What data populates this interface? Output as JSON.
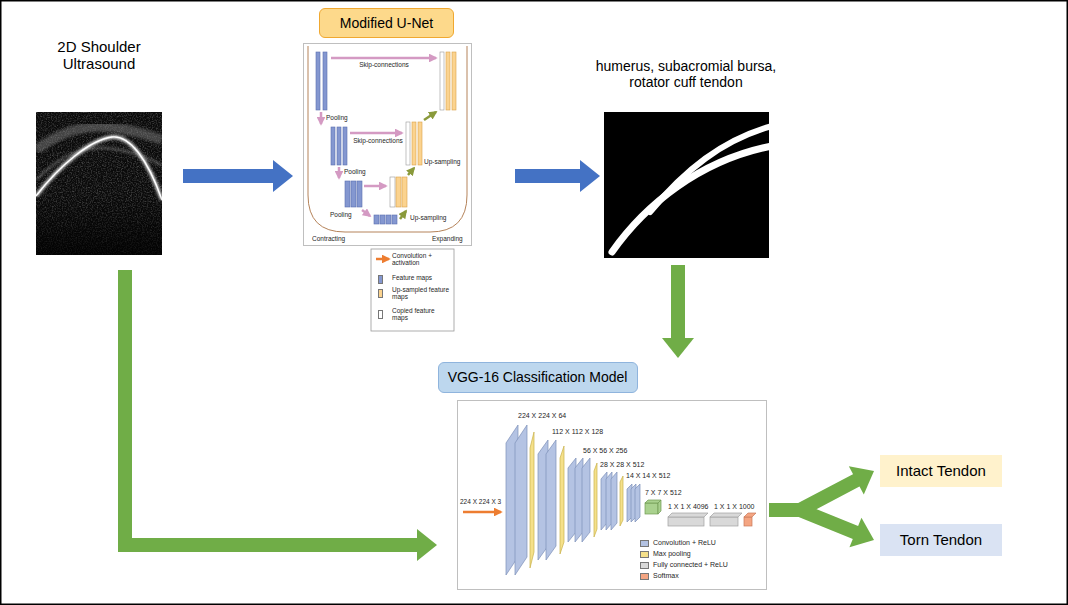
{
  "diagram": {
    "nodes": [
      {
        "text": [
          "2D Shoulder Ultrasound"
        ]
      },
      {
        "text": [
          "Modified U-Net"
        ]
      },
      {
        "text": [
          "Skip-connections",
          "Pooling",
          "Skip-connections",
          "Pooling",
          "Up-sampling",
          "Pooling",
          "Up-sampling",
          "Contracting",
          "Expanding"
        ]
      },
      {
        "text": [
          "humerus, subacromial bursa, rotator cuff tendon"
        ]
      },
      {
        "text": [
          "VGG-16 Classification Model"
        ]
      },
      {
        "text": [
          "224 X 224 X 3",
          "224 X 224 X 64",
          "112 X 112 X 128",
          "56 X 56 X 256",
          "28 X 28 X 512",
          "14 X 14 X 512",
          "7 X 7 X 512",
          "1 X 1 X 4096",
          "1 X 1 X 1000"
        ]
      },
      {
        "text": [
          "Intact Tendon"
        ]
      },
      {
        "text": [
          "Torn Tendon"
        ]
      }
    ],
    "edges": [
      {
        "from": 0,
        "to": 2,
        "arrow": "to"
      },
      {
        "from": 2,
        "to": 3,
        "arrow": "to"
      },
      {
        "from": 3,
        "to": 5,
        "arrow": "to"
      },
      {
        "from": 0,
        "to": 5,
        "arrow": "to"
      },
      {
        "from": 5,
        "to": 6,
        "arrow": "to"
      },
      {
        "from": 5,
        "to": 7,
        "arrow": "to"
      }
    ],
    "legend": [
      {
        "text": "Convolution + activation"
      },
      {
        "text": "Feature maps",
        "color": "#8497d0"
      },
      {
        "text": "Up-sampled feature maps",
        "color": "#fbd38f"
      },
      {
        "text": "Copied feature maps",
        "color": "#ffffff"
      },
      {
        "text": "Convolution + ReLU",
        "color": "#b4c3e3"
      },
      {
        "text": "Max pooling",
        "color": "#f5e08a"
      },
      {
        "text": "Fully connected + ReLU",
        "color": "#d9d9d9"
      },
      {
        "text": "Softmax",
        "color": "#f4a582"
      }
    ]
  }
}
